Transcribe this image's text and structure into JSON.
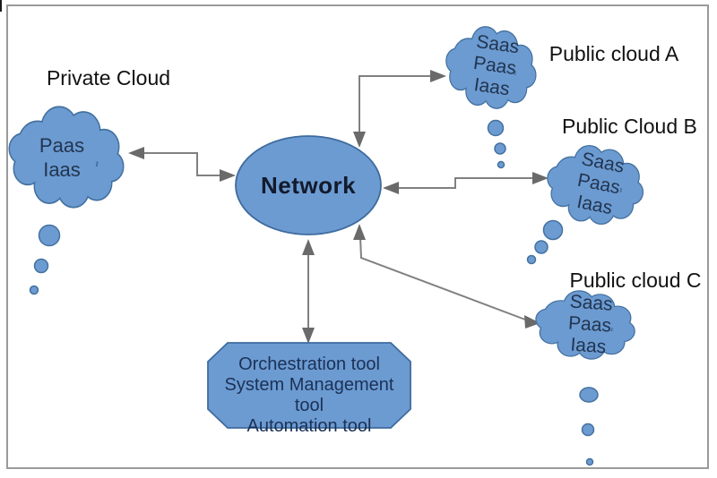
{
  "colors": {
    "background": "#ffffff",
    "frame_border": "#9a9a9a",
    "node_fill": "#6c9bd2",
    "node_stroke": "#44719f",
    "cloud_text": "#22354f",
    "network_text": "#121a2b",
    "label_text": "#111111",
    "arrow_line": "#808080",
    "arrow_head": "#6a6a6a"
  },
  "nodes": {
    "network": {
      "label": "Network"
    },
    "private_cloud": {
      "label": "Private Cloud",
      "services": [
        "Paas",
        "Iaas"
      ]
    },
    "public_cloud_a": {
      "label": "Public cloud A",
      "services": [
        "Saas",
        "Paas",
        "Iaas"
      ]
    },
    "public_cloud_b": {
      "label": "Public Cloud B",
      "services": [
        "Saas",
        "Paas",
        "Iaas"
      ]
    },
    "public_cloud_c": {
      "label": "Public cloud C",
      "services": [
        "Saas",
        "Paas",
        "Iaas"
      ]
    },
    "management_tools": {
      "lines": [
        "Orchestration tool",
        "System Management tool",
        "Automation tool"
      ]
    }
  },
  "edges": [
    {
      "from": "private_cloud",
      "to": "network",
      "direction": "bidirectional"
    },
    {
      "from": "network",
      "to": "public_cloud_a",
      "direction": "bidirectional"
    },
    {
      "from": "network",
      "to": "public_cloud_b",
      "direction": "bidirectional"
    },
    {
      "from": "network",
      "to": "public_cloud_c",
      "direction": "bidirectional"
    },
    {
      "from": "network",
      "to": "management_tools",
      "direction": "bidirectional"
    }
  ]
}
